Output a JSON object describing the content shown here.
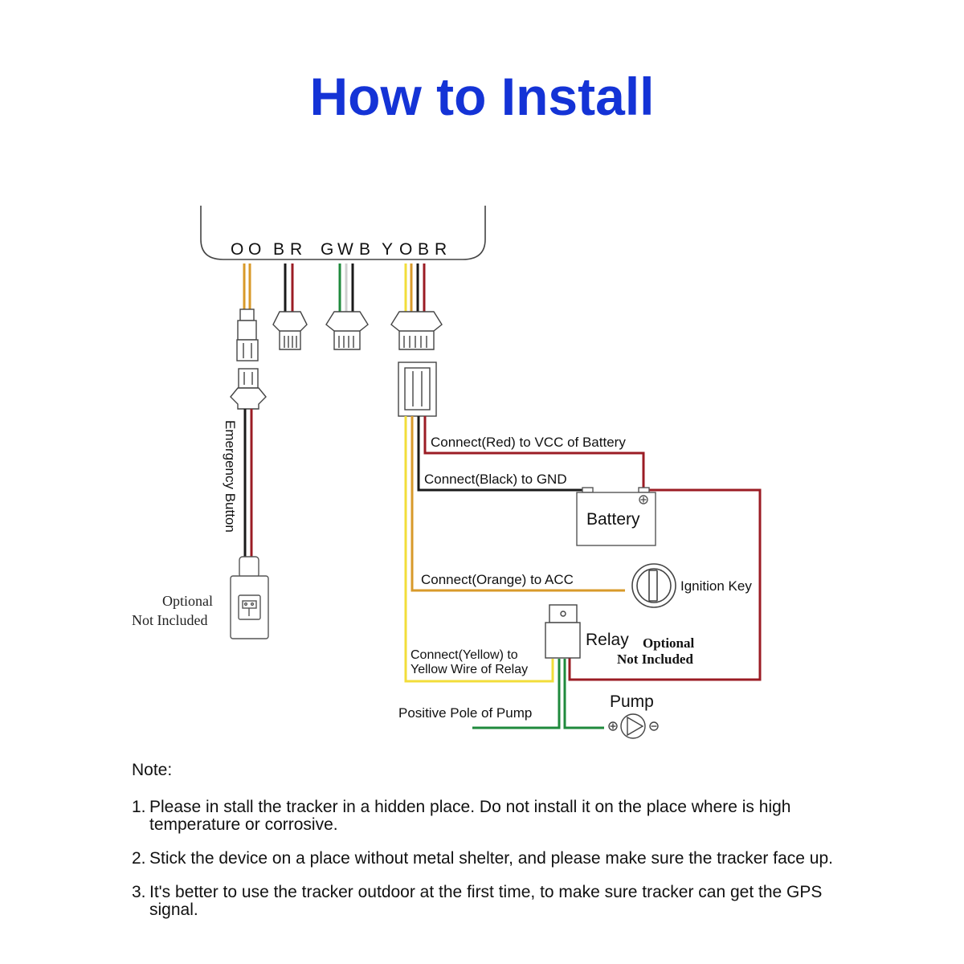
{
  "title": "How to Install",
  "pin_labels": [
    "O",
    "O",
    "B",
    "R",
    "G",
    "W",
    "B",
    "Y",
    "O",
    "B",
    "R"
  ],
  "labels": {
    "emergency_button": "Emergency Button",
    "optional_left_1": "Optional",
    "optional_left_2": "Not Included",
    "red_vcc": "Connect(Red) to VCC of Battery",
    "black_gnd": "Connect(Black) to GND",
    "battery": "Battery",
    "orange_acc": "Connect(Orange) to ACC",
    "ignition_key": "Ignition Key",
    "relay": "Relay",
    "optional_right_1": "Optional",
    "optional_right_2": "Not Included",
    "yellow_relay_1": "Connect(Yellow) to",
    "yellow_relay_2": "Yellow Wire of Relay",
    "pump_positive": "Positive Pole of Pump",
    "pump": "Pump"
  },
  "notes": {
    "heading": "Note:",
    "items": [
      {
        "num": "1.",
        "text": "Please in stall the tracker in a hidden place. Do not install it on the place where is high temperature or corrosive."
      },
      {
        "num": "2.",
        "text": "Stick the device on a place without metal shelter, and please make sure the tracker face up."
      },
      {
        "num": "3.",
        "text": "It's better to use the tracker outdoor at the first time, to make sure tracker can get the GPS signal."
      }
    ]
  },
  "colors": {
    "title": "#1433d6",
    "orange_wire": "#d89a2a",
    "red_wire": "#9b1c24",
    "black_wire": "#1a1a1a",
    "green_wire": "#1f8a3c",
    "white_wire": "#cfcfcf",
    "yellow_wire": "#f2dd3a"
  }
}
